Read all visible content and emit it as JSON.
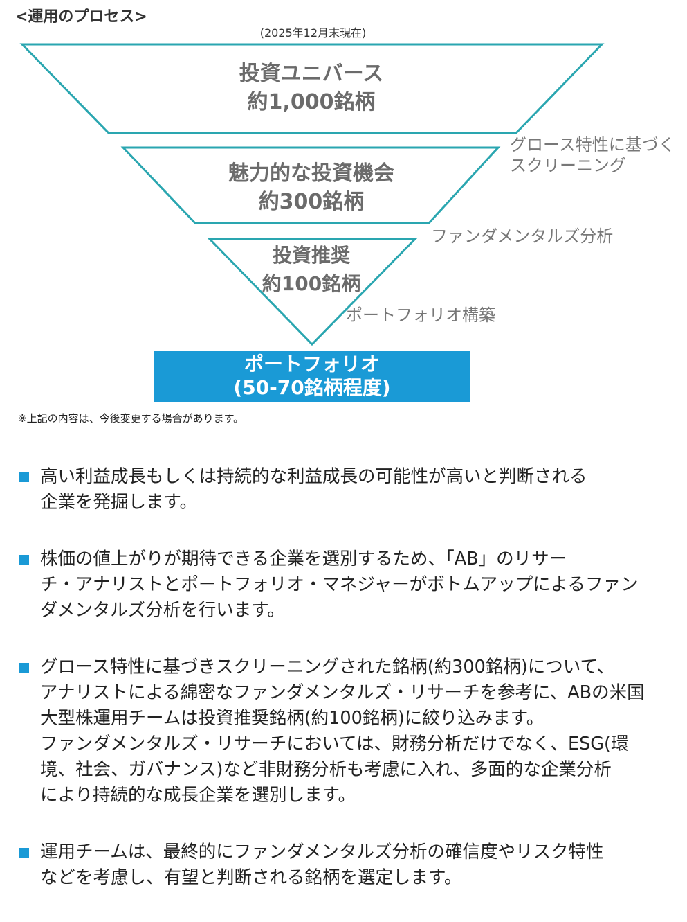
{
  "heading": "<運用のプロセス>",
  "as_of": "(2025年12月末現在)",
  "colors": {
    "accent": "#1a9ad6",
    "funnel_stroke": "#2aa6b0",
    "stage_text": "#6b6b6b",
    "step_text": "#777777"
  },
  "funnel": {
    "stages": [
      {
        "name": "投資ユニバース",
        "count": "約1,000銘柄"
      },
      {
        "name": "魅力的な投資機会",
        "count": "約300銘柄"
      },
      {
        "name": "投資推奨",
        "count": "約100銘柄"
      }
    ],
    "steps": [
      {
        "lines": [
          "グロース特性に基づく",
          "スクリーニング"
        ]
      },
      {
        "lines": [
          "ファンダメンタルズ分析"
        ]
      },
      {
        "lines": [
          "ポートフォリオ構築"
        ]
      }
    ],
    "result": {
      "line1": "ポートフォリオ",
      "line2": "(50-70銘柄程度)"
    }
  },
  "footnote": "※上記の内容は、今後変更する場合があります。",
  "bullets": [
    {
      "lines": [
        "高い利益成長もしくは持続的な利益成長の可能性が高いと判断される",
        "企業を発掘します。"
      ]
    },
    {
      "lines": [
        "株価の値上がりが期待できる企業を選別するため、「AB」のリサー",
        "チ・アナリストとポートフォリオ・マネジャーがボトムアップによるファン",
        "ダメンタルズ分析を行います。"
      ]
    },
    {
      "lines": [
        "グロース特性に基づきスクリーニングされた銘柄(約300銘柄)について、",
        "アナリストによる綿密なファンダメンタルズ・リサーチを参考に、ABの米国",
        "大型株運用チームは投資推奨銘柄(約100銘柄)に絞り込みます。",
        "ファンダメンタルズ・リサーチにおいては、財務分析だけでなく、ESG(環",
        "境、社会、ガバナンス)など非財務分析も考慮に入れ、多面的な企業分析",
        "により持続的な成長企業を選別します。"
      ]
    },
    {
      "lines": [
        "運用チームは、最終的にファンダメンタルズ分析の確信度やリスク特性",
        "などを考慮し、有望と判断される銘柄を選定します。"
      ]
    }
  ]
}
